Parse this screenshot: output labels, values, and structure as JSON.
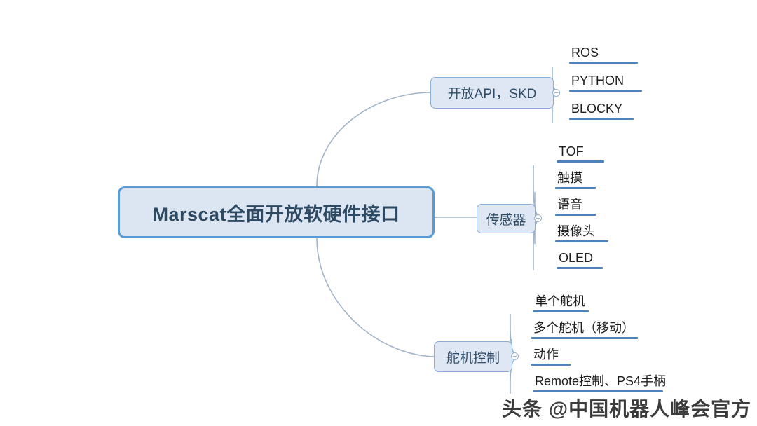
{
  "diagram": {
    "type": "mind-map",
    "root": {
      "label": "Marscat全面开放软硬件接口"
    },
    "branches": [
      {
        "label": "开放API，SKD",
        "leaves": [
          {
            "label": "ROS"
          },
          {
            "label": "PYTHON"
          },
          {
            "label": "BLOCKY"
          }
        ]
      },
      {
        "label": "传感器",
        "leaves": [
          {
            "label": "TOF"
          },
          {
            "label": "触摸"
          },
          {
            "label": "语音"
          },
          {
            "label": "摄像头"
          },
          {
            "label": "OLED"
          }
        ]
      },
      {
        "label": "舵机控制",
        "leaves": [
          {
            "label": "单个舵机"
          },
          {
            "label": "多个舵机（移动）"
          },
          {
            "label": "动作"
          },
          {
            "label": "Remote控制、PS4手柄"
          }
        ]
      }
    ]
  },
  "watermark": {
    "text": "头条 @中国机器人峰会官方"
  },
  "colors": {
    "node_fill": "#dce6f2",
    "node_border": "#5b9bd5",
    "branch_border": "#8aadd4",
    "leaf_rule": "#4f81bd",
    "root_text": "#2e4a63",
    "leaf_text": "#1d1d1d",
    "wire": "#a8b8cc",
    "background": "#ffffff"
  }
}
